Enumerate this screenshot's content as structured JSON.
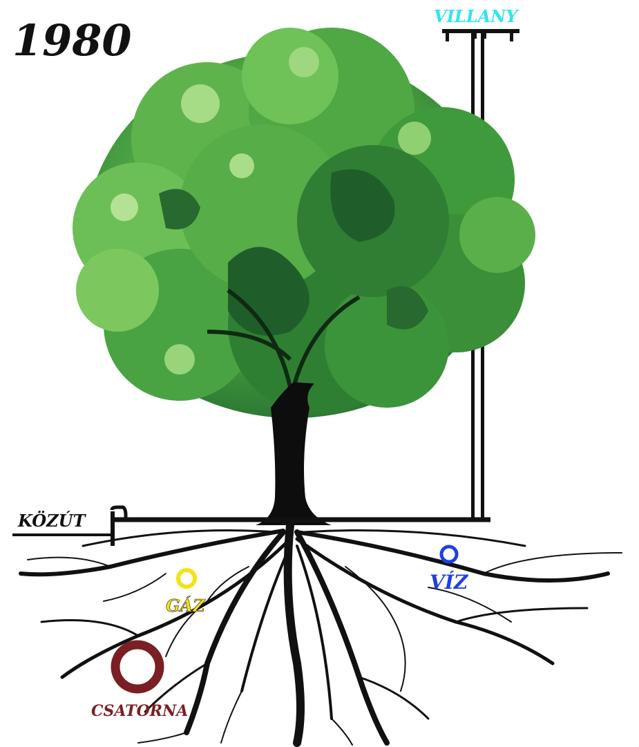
{
  "year_label": "1980",
  "labels": {
    "electric": "VILLANY",
    "road": "KÖZÚT",
    "gas": "GÁZ",
    "water": "VÍZ",
    "sewer": "CSATORNA"
  },
  "colors": {
    "year": "#111111",
    "electric": "#2ee6ee",
    "road": "#111111",
    "gas": "#f2e21a",
    "water": "#1f3fe0",
    "sewer": "#7a1f24",
    "foliage_dark": "#1f5e2a",
    "foliage_mid": "#3f9a3c",
    "foliage_light": "#7cc85e",
    "trunk": "#0d0d0d",
    "roots": "#111111",
    "pole": "#111111"
  }
}
